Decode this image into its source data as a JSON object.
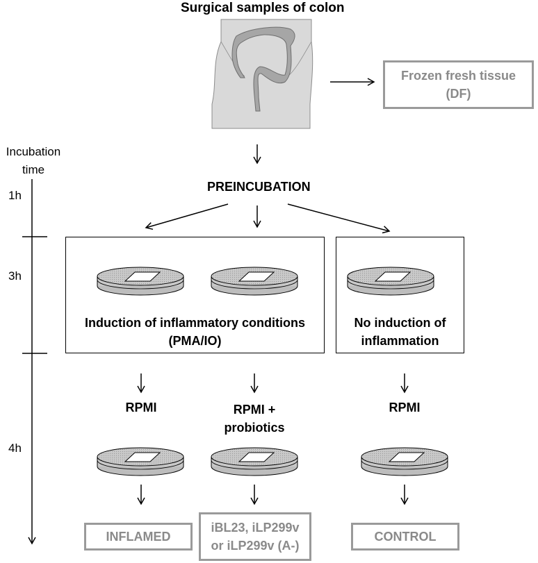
{
  "header": {
    "title": "Surgical samples of colon"
  },
  "frozen_box": {
    "line1": "Frozen fresh tissue",
    "line2": "(DF)"
  },
  "timeline": {
    "label_line1": "Incubation",
    "label_line2": "time",
    "steps": [
      "1h",
      "3h",
      "4h"
    ]
  },
  "preincubation": {
    "label": "PREINCUBATION"
  },
  "inflammation_box": {
    "line1": "Induction of inflammatory conditions",
    "line2": "(PMA/IO)"
  },
  "no_inflammation_box": {
    "line1": "No induction of",
    "line2": "inflammation"
  },
  "media": {
    "left": "RPMI",
    "middle_line1": "RPMI +",
    "middle_line2": "probiotics",
    "right": "RPMI"
  },
  "outcomes": {
    "inflamed": "INFLAMED",
    "probiotics_line1": "iBL23, iLP299v",
    "probiotics_line2": "or iLP299v (A-)",
    "control": "CONTROL"
  },
  "colors": {
    "outcome_border": "#9a9a9a",
    "outcome_text": "#8a8a8a",
    "body_fill": "#d9d9d9",
    "colon_fill": "#a6a6a6",
    "dish_fill": "#c8c8c8"
  }
}
